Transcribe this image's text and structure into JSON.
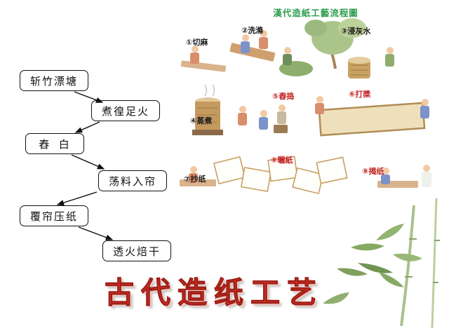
{
  "slide": {
    "title": "古代造纸工艺"
  },
  "flowchart": {
    "steps": [
      {
        "label": "斩竹漂塘"
      },
      {
        "label": "煮徨足火"
      },
      {
        "label": "舂  白"
      },
      {
        "label": "荡料入帘"
      },
      {
        "label": "覆帘压纸"
      },
      {
        "label": "透火焙干"
      }
    ]
  },
  "illustration": {
    "title": "漢代造紙工藝流程圖",
    "labels": [
      {
        "label": "①切麻",
        "color": "#1a1a1a"
      },
      {
        "label": "②洗滌",
        "color": "#1a1a1a"
      },
      {
        "label": "③浸灰水",
        "color": "#1a1a1a"
      },
      {
        "label": "④蒸煮",
        "color": "#1a1a1a"
      },
      {
        "label": "⑤舂捣",
        "color": "#c22323"
      },
      {
        "label": "⑥打槳",
        "color": "#c22323"
      },
      {
        "label": "⑦抄纸",
        "color": "#1a1a1a"
      },
      {
        "label": "⑧曬紙",
        "color": "#c22323"
      },
      {
        "label": "⑨揭纸",
        "color": "#c22323"
      }
    ]
  },
  "colors": {
    "illustration_title_green": "#2e9e4f",
    "label_red": "#c22323",
    "main_title_red": "#e5352b"
  },
  "icons": {
    "bamboo": "bamboo-illustration",
    "scene": "papermaking-scene"
  }
}
